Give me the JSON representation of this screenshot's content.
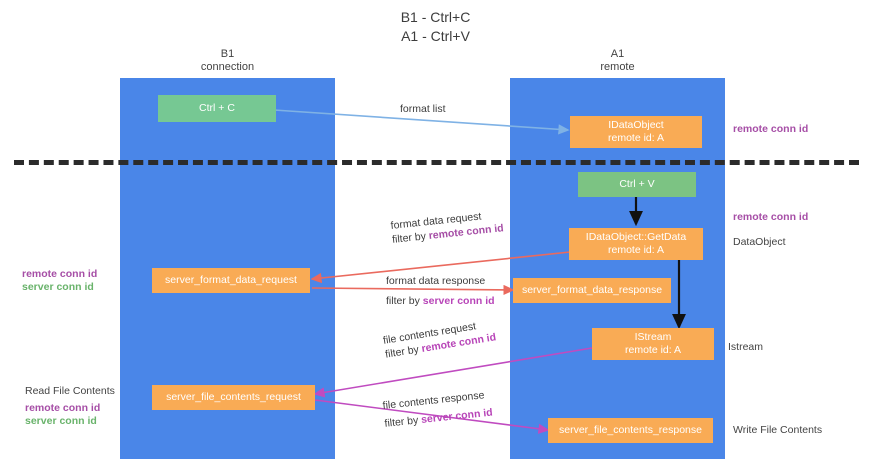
{
  "title": {
    "line1": "B1 - Ctrl+C",
    "line2": "A1 - Ctrl+V"
  },
  "lanes": [
    {
      "name": "B1",
      "sub": "connection"
    },
    {
      "name": "A1",
      "sub": "remote"
    }
  ],
  "boxes": {
    "ctrl_c": {
      "line1": "Ctrl + C"
    },
    "idataobject": {
      "line1": "IDataObject",
      "line2": "remote id: A"
    },
    "ctrl_v": {
      "line1": "Ctrl + V"
    },
    "getdata": {
      "line1": "IDataObject::GetData",
      "line2": "remote id: A"
    },
    "server_format_data_request": {
      "line1": "server_format_data_request"
    },
    "server_format_data_response": {
      "line1": "server_format_data_response"
    },
    "istream": {
      "line1": "IStream",
      "line2": "remote id: A"
    },
    "server_file_contents_request": {
      "line1": "server_file_contents_request"
    },
    "server_file_contents_response": {
      "line1": "server_file_contents_response"
    }
  },
  "edge_labels": {
    "format_list": "format list",
    "format_data_request": "format data request",
    "format_data_request_filter_prefix": "filter by ",
    "format_data_request_filter_key": "remote conn id",
    "format_data_response": "format data response",
    "format_data_response_filter_prefix": "filter by ",
    "format_data_response_filter_key": "server conn id",
    "file_contents_request": "file contents request",
    "file_contents_request_filter_prefix": "filter by ",
    "file_contents_request_filter_key": "remote conn id",
    "file_contents_response": "file contents response",
    "file_contents_response_filter_prefix": "filter by ",
    "file_contents_response_filter_key": "server conn id"
  },
  "annotations": {
    "right_remote_conn_id_top": "remote conn id",
    "right_remote_conn_id_mid": "remote conn id",
    "right_dataobject": "DataObject",
    "right_istream": "Istream",
    "right_write_file_contents": "Write File Contents",
    "left_remote_conn_id_mid": "remote conn id",
    "left_server_conn_id_mid": "server conn id",
    "left_read_file_contents": "Read File Contents",
    "left_remote_conn_id_bottom": "remote conn id",
    "left_server_conn_id_bottom": "server conn id"
  },
  "colors": {
    "lane": "#4a86e8",
    "box_green": "#76c893",
    "box_orange": "#f9ab55",
    "accent_purple": "#a64ea6",
    "accent_green": "#69b36b",
    "arrow_blue": "#7fb2e5",
    "arrow_red": "#ea6a5e",
    "arrow_magenta": "#c04bc0",
    "arrow_black": "#000000",
    "separator": "#2b2b2b"
  }
}
